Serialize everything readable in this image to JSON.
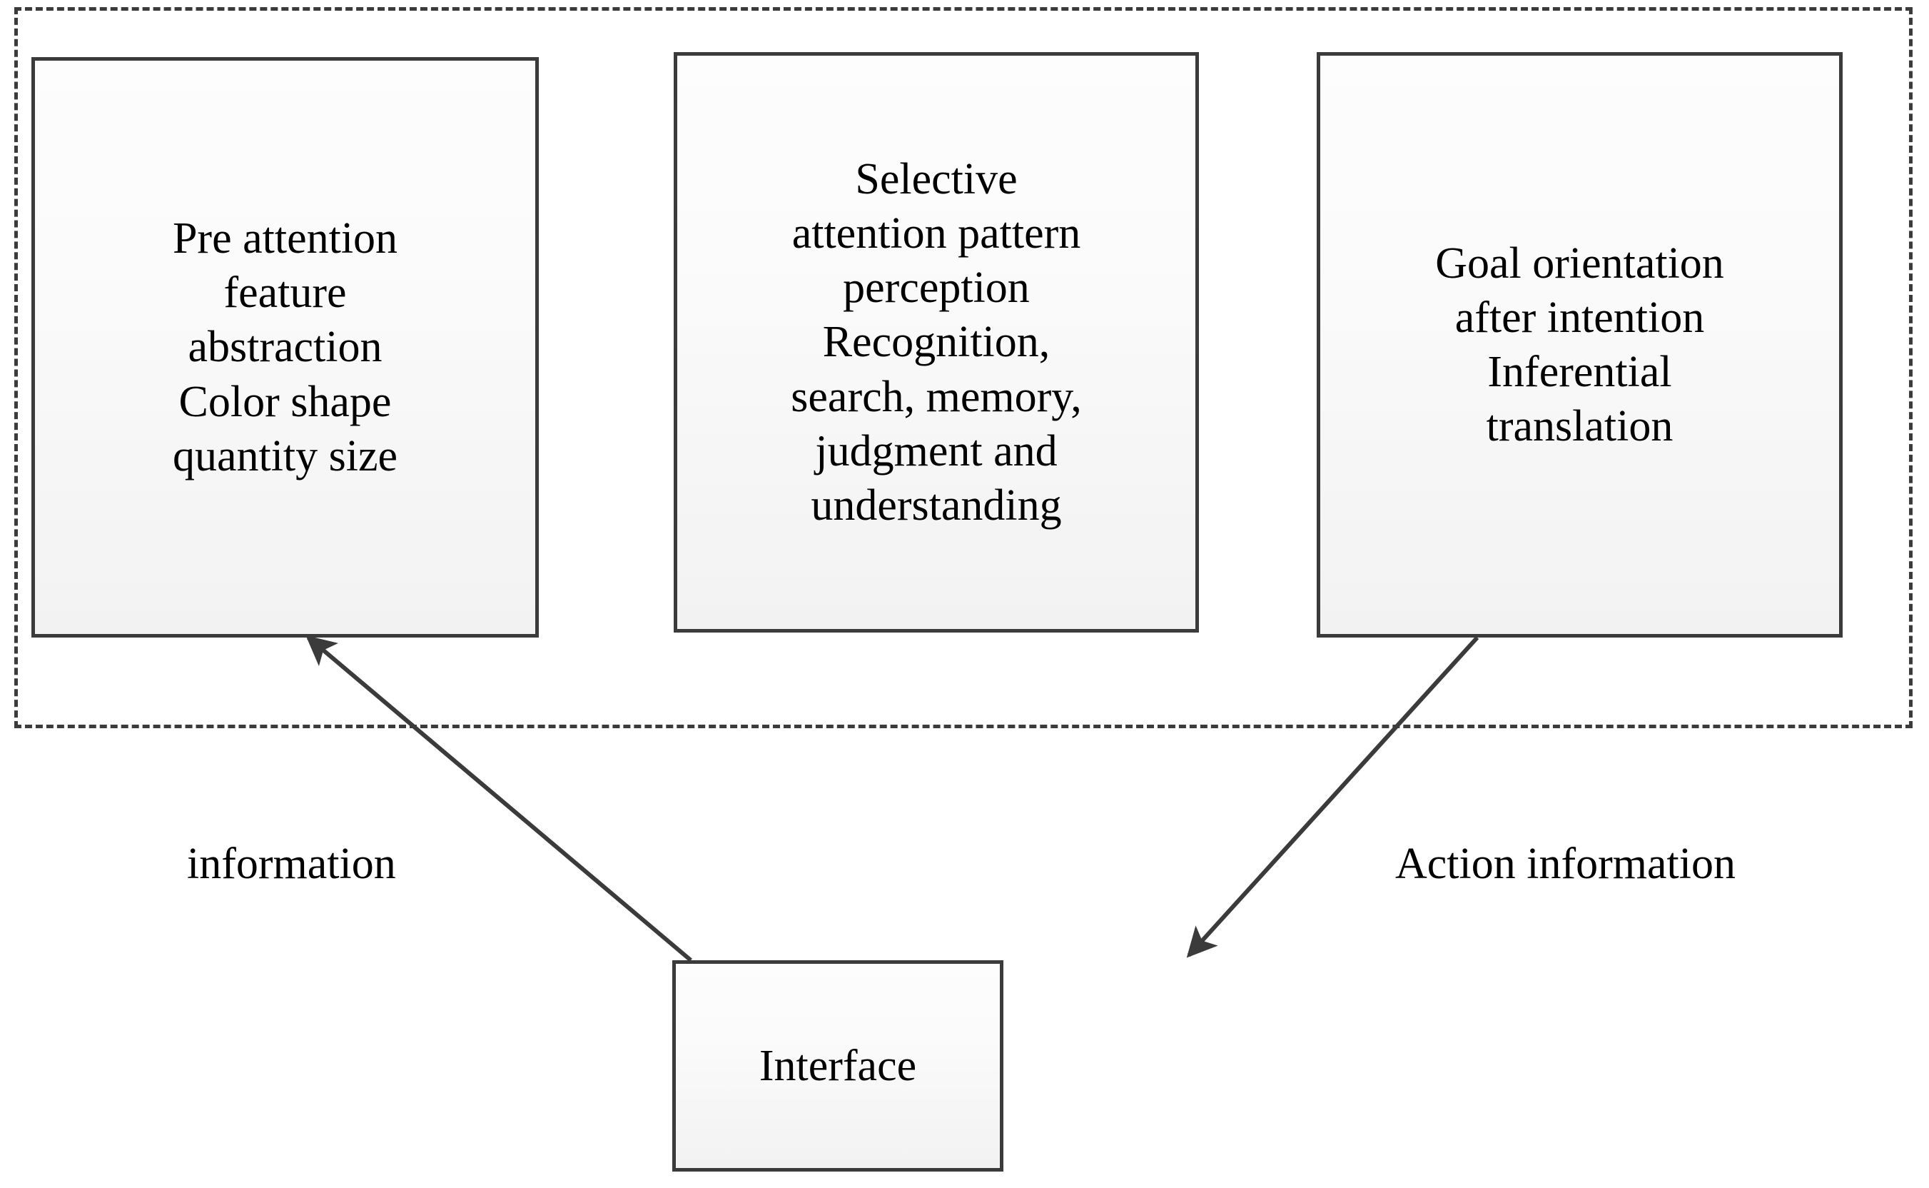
{
  "diagram": {
    "title_region": "cognitive processing region (dashed boundary)",
    "boxes": [
      {
        "id": "pre-attention",
        "text": "Pre attention\nfeature\nabstraction\nColor shape\nquantity size"
      },
      {
        "id": "selective-attention",
        "text": "Selective\nattention pattern\nperception\nRecognition,\nsearch, memory,\njudgment and\nunderstanding"
      },
      {
        "id": "goal-orientation",
        "text": "Goal orientation\nafter intention\nInferential\ntranslation"
      },
      {
        "id": "interface",
        "text": "Interface"
      }
    ],
    "edge_labels": {
      "information": "information",
      "action_information": "Action information"
    },
    "arrows": [
      {
        "id": "interface-to-pre-attention",
        "label": "information",
        "from": "interface",
        "to": "pre-attention",
        "head": "to"
      },
      {
        "id": "goal-orientation-to-interface",
        "label": "Action information",
        "from": "goal-orientation",
        "to": "interface",
        "head": "to"
      }
    ],
    "colors": {
      "stroke": "#3b3b3b",
      "box_fill_top": "#fdfdfd",
      "box_fill_bottom": "#f2f2f2",
      "text": "#000000",
      "background": "#ffffff"
    }
  }
}
